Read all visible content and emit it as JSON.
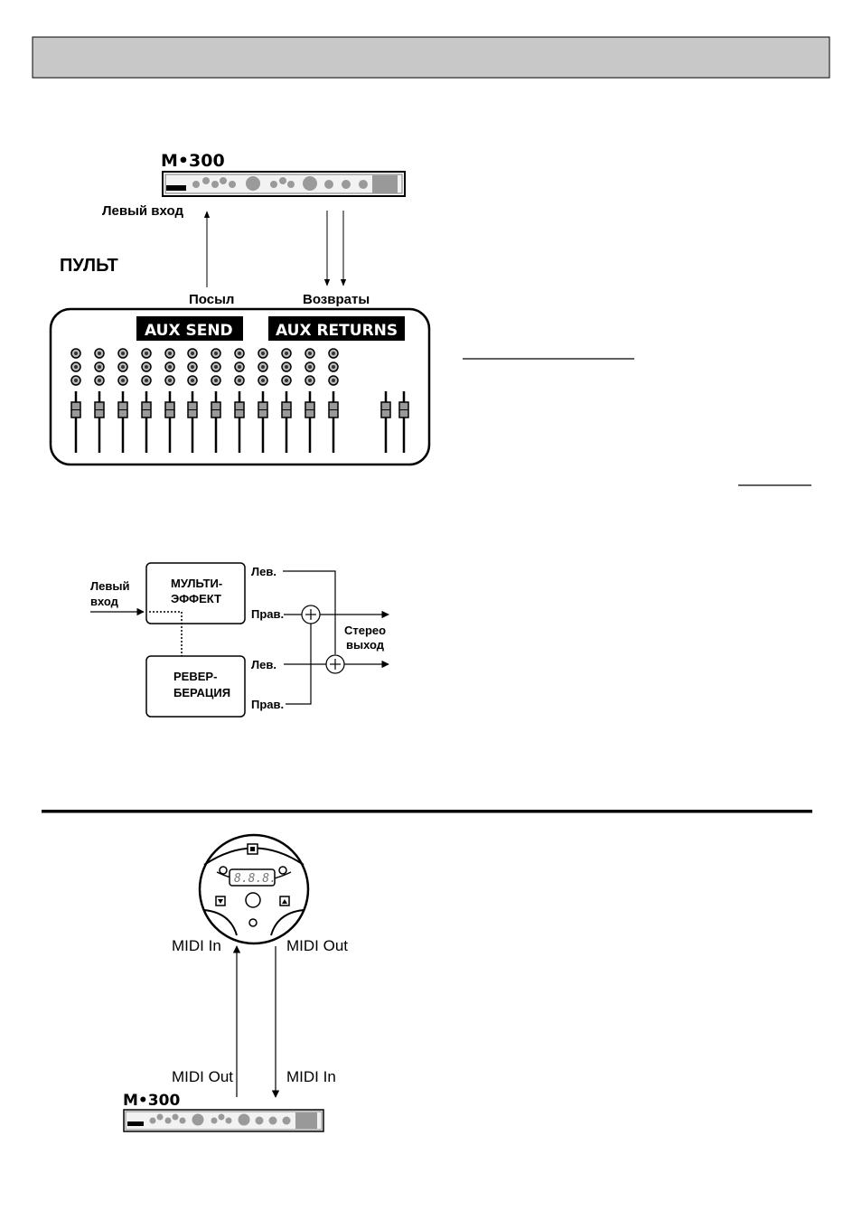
{
  "labels": {
    "device_model_top": "M•300",
    "left_input_top": "Левый вход",
    "console_title": "ПУЛЬТ",
    "send_label": "Посыл",
    "returns_label": "Возвраты",
    "aux_send": "AUX SEND",
    "aux_returns": "AUX RETURNS",
    "left_input_line1": "Левый",
    "left_input_line2": "вход",
    "multi_effect_line1": "МУЛЬТИ-",
    "multi_effect_line2": "ЭФФЕКТ",
    "reverb_line1": "РЕВЕР-",
    "reverb_line2": "БЕРАЦИЯ",
    "lev_1": "Лев.",
    "prav_1": "Прав.",
    "lev_2": "Лев.",
    "prav_2": "Прав.",
    "stereo_line1": "Стерео",
    "stereo_line2": "выход",
    "midi_in_top": "MIDI In",
    "midi_out_top": "MIDI Out",
    "midi_out_bottom": "MIDI Out",
    "midi_in_bottom": "MIDI In",
    "device_model_bottom": "M•300",
    "display_digits": "8.8.8."
  },
  "colors": {
    "header_band": "#c8c8c8",
    "ink": "#000000",
    "label_bg": "#000000",
    "panel_gray": "#999999"
  }
}
